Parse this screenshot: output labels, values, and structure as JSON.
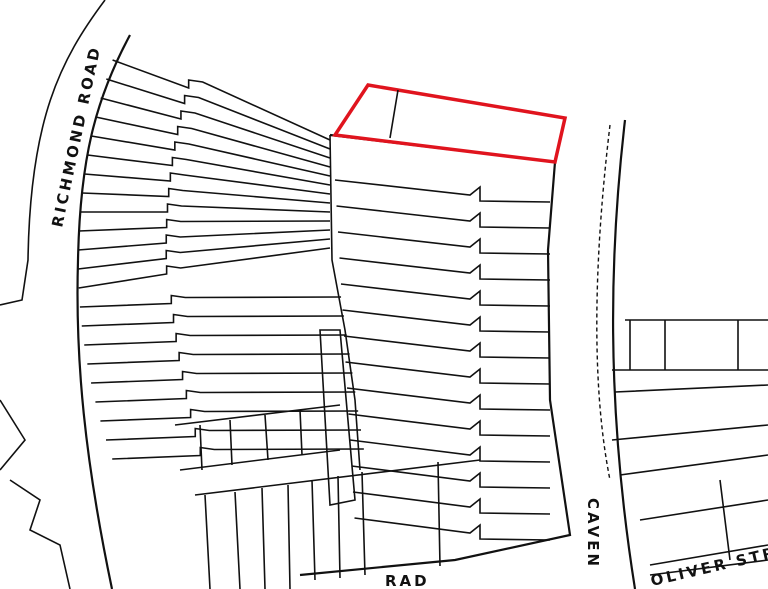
{
  "map": {
    "streets": {
      "richmond_road": "RICHMOND ROAD",
      "cavendish": "CAVEN",
      "oliver_street": "OLIVER STRE",
      "bottom_road": "RAD"
    },
    "site_boundary_color": "#e0141e",
    "line_color": "#111111"
  }
}
